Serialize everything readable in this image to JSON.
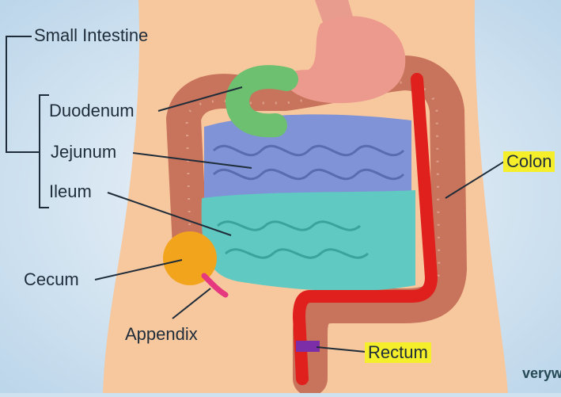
{
  "labels": {
    "small_intestine": "Small Intestine",
    "duodenum": "Duodenum",
    "jejunum": "Jejunum",
    "ileum": "Ileum",
    "cecum": "Cecum",
    "appendix": "Appendix",
    "colon": "Colon",
    "rectum": "Rectum"
  },
  "watermark": "veryw",
  "colors": {
    "background": "#cfe2ef",
    "skin": "#f7c79e",
    "colon": "#c8735b",
    "stomach": "#ec9a8e",
    "duodenum": "#6cc070",
    "jejunum": "#7f93d6",
    "ileum": "#5fc9c2",
    "cecum": "#f2a51c",
    "appendix": "#e5387f",
    "rectum_marker": "#7b2ea8",
    "annotation_line": "#e0201c",
    "highlight": "#f5ee2a"
  }
}
